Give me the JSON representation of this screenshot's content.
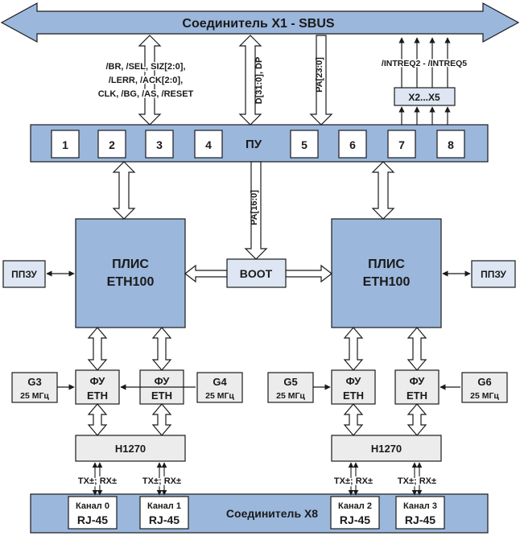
{
  "sbus": {
    "label": "Соединитель Х1  -  SBUS"
  },
  "signals": {
    "line1": "/BR, /SEL, SIZ[2:0],",
    "line2": "/LERR, /ACK[2:0],",
    "line3": "CLK, /BG, /AS, /RESET",
    "data_bus": "D[31:0], DP",
    "addr_bus": "PA[23:0]",
    "intreq": "/INTREQ2 - /INTREQ5"
  },
  "x2x5": {
    "label": "X2...X5"
  },
  "pu": {
    "label": "ПУ",
    "slots": [
      "1",
      "2",
      "3",
      "4",
      "5",
      "6",
      "7",
      "8"
    ]
  },
  "pa16": {
    "label": "PA[16:0]"
  },
  "boot": {
    "label": "BOOT"
  },
  "fpga_left": {
    "line1": "ПЛИС",
    "line2": "ETH100"
  },
  "fpga_right": {
    "line1": "ПЛИС",
    "line2": "ETH100"
  },
  "eeprom_left": {
    "label": "ППЗУ"
  },
  "eeprom_right": {
    "label": "ППЗУ"
  },
  "phys": [
    {
      "line1": "ФУ",
      "line2": "ETH"
    },
    {
      "line1": "ФУ",
      "line2": "ETH"
    },
    {
      "line1": "ФУ",
      "line2": "ETH"
    },
    {
      "line1": "ФУ",
      "line2": "ETH"
    }
  ],
  "gens": [
    {
      "name": "G3",
      "freq": "25 МГц"
    },
    {
      "name": "G4",
      "freq": "25 МГц"
    },
    {
      "name": "G5",
      "freq": "25 МГц"
    },
    {
      "name": "G6",
      "freq": "25 МГц"
    }
  ],
  "transformers": [
    {
      "label": "H1270"
    },
    {
      "label": "H1270"
    }
  ],
  "txrx": [
    "TX±; RX±",
    "TX±; RX±",
    "TX±; RX±",
    "TX±; RX±"
  ],
  "x8": {
    "label": "Соединитель Х8"
  },
  "channels": [
    {
      "name": "Канал 0",
      "connector": "RJ-45"
    },
    {
      "name": "Канал 1",
      "connector": "RJ-45"
    },
    {
      "name": "Канал 2",
      "connector": "RJ-45"
    },
    {
      "name": "Канал 3",
      "connector": "RJ-45"
    }
  ],
  "colors": {
    "blue_fill": "#9bb7dc",
    "light_fill": "#dde6f2",
    "gray_fill": "#ececec",
    "outline": "#1a1a1a"
  }
}
